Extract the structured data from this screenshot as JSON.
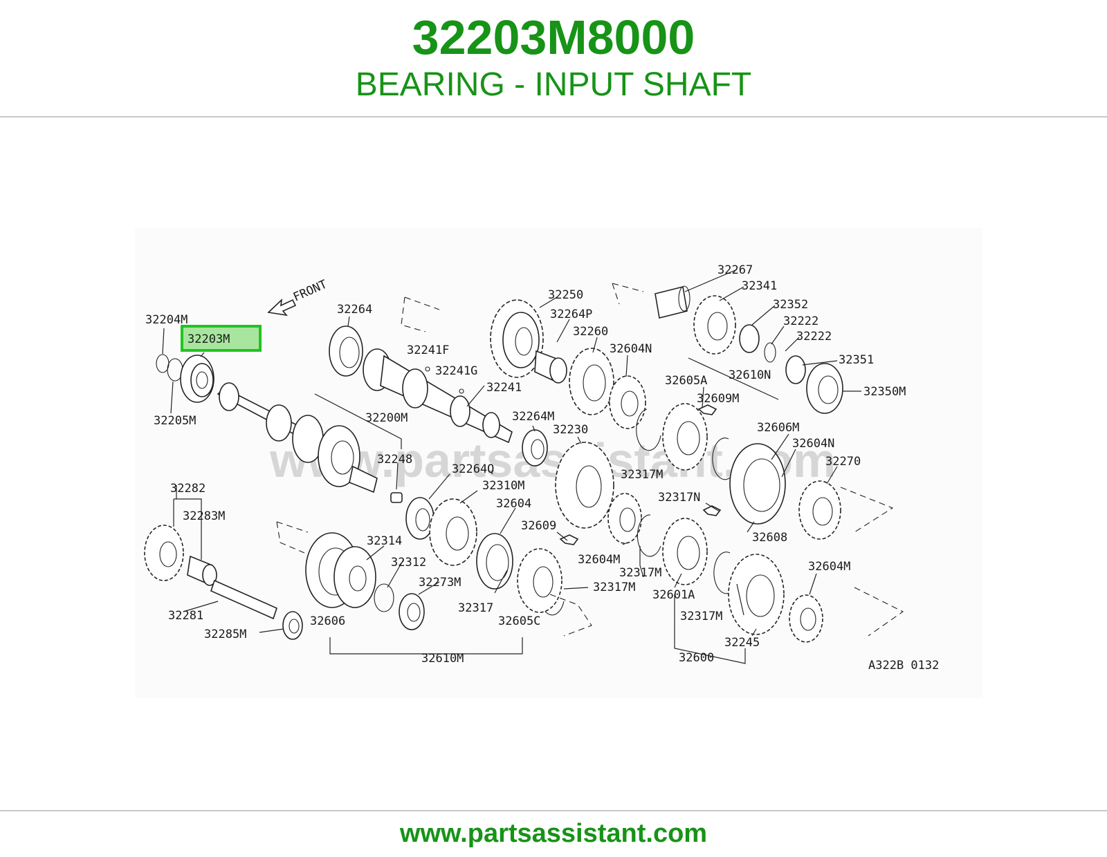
{
  "header": {
    "part_number": "32203M8000",
    "description": "BEARING - INPUT SHAFT"
  },
  "colors": {
    "brand_green": "#179317",
    "highlight_fill": "#a8e6a0",
    "highlight_border": "#22c322",
    "rule": "#c8c8c8"
  },
  "diagram": {
    "front_label": "FRONT",
    "watermark": "www.partsassistant.com",
    "figure_code": "A322B 0132",
    "highlighted_callout": "32203M",
    "callouts": [
      "32204M",
      "32203M",
      "32205M",
      "32264",
      "32250",
      "32264P",
      "32260",
      "32241F",
      "32241G",
      "32241",
      "32200M",
      "32264M",
      "32230",
      "32248",
      "32264Q",
      "32310M",
      "32604",
      "32609",
      "32604M",
      "32317M",
      "32604N",
      "32605A",
      "32609M",
      "32610N",
      "32267",
      "32341",
      "32352",
      "32222",
      "32222",
      "32351",
      "32350M",
      "32606M",
      "32604N",
      "32270",
      "32317M",
      "32317N",
      "32608",
      "32282",
      "32283M",
      "32281",
      "32285M",
      "32314",
      "32312",
      "32273M",
      "32317",
      "32606",
      "32605C",
      "32610M",
      "32317M",
      "32601A",
      "32317M",
      "32600",
      "32245",
      "32604M"
    ]
  },
  "footer": {
    "url": "www.partsassistant.com"
  }
}
